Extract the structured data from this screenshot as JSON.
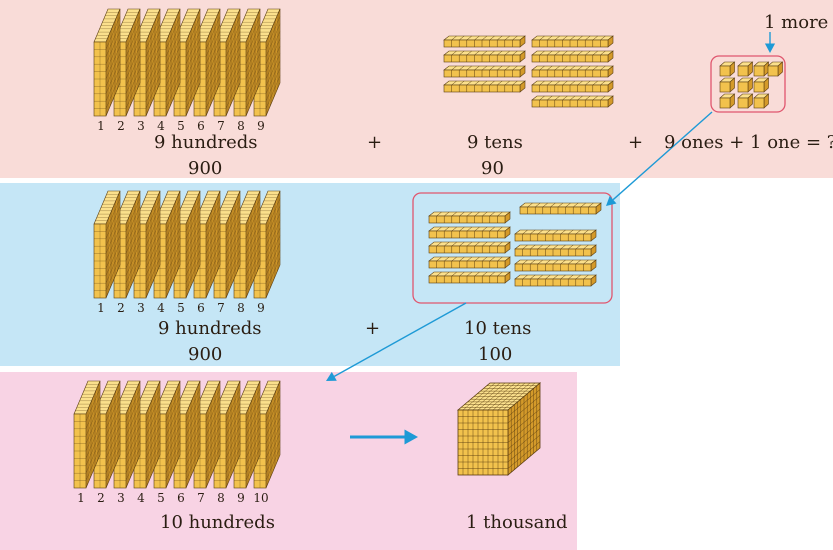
{
  "row1": {
    "hundreds_label": "9 hundreds",
    "hundreds_value": "900",
    "tens_label": "9 tens",
    "tens_value": "90",
    "ones_label": "9 ones + 1 one = ?",
    "more_label": "1 more",
    "plus": "+"
  },
  "row2": {
    "hundreds_label": "9 hundreds",
    "hundreds_value": "900",
    "tens_label": "10 tens",
    "tens_value": "100",
    "plus": "+"
  },
  "row3": {
    "hundreds_label": "10 hundreds",
    "thousand_label": "1 thousand"
  },
  "numbers9": [
    "1",
    "2",
    "3",
    "4",
    "5",
    "6",
    "7",
    "8",
    "9"
  ],
  "numbers10": [
    "1",
    "2",
    "3",
    "4",
    "5",
    "6",
    "7",
    "8",
    "9",
    "10"
  ],
  "colors": {
    "block_front": "#f2c24d",
    "block_top": "#fbe08c",
    "block_side": "#d49a2a",
    "outline": "#5a3d10",
    "arrow": "#1e9ad6",
    "box": "#e0566e"
  }
}
